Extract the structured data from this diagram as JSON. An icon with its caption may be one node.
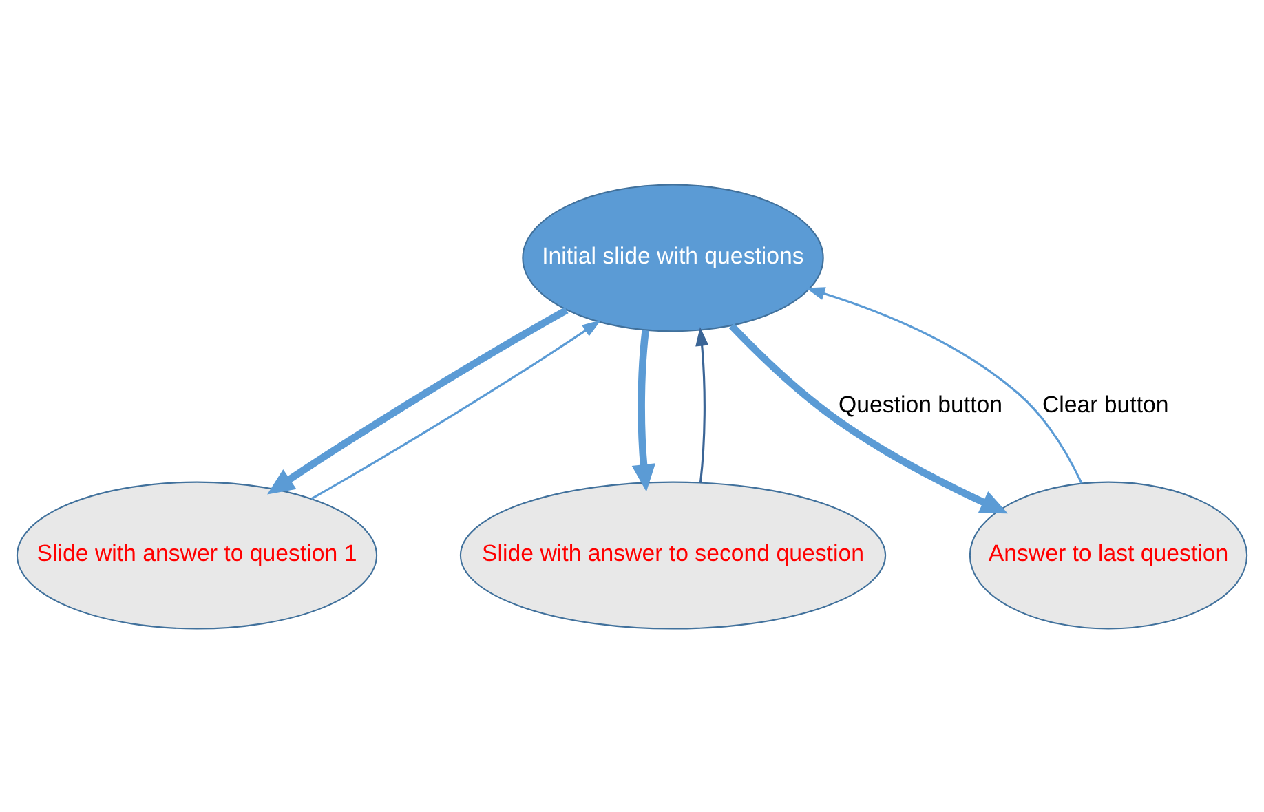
{
  "diagram": {
    "nodes": [
      {
        "text": [
          "Initial slide with questions"
        ]
      },
      {
        "text": [
          "Slide with answer to question 1"
        ]
      },
      {
        "text": [
          "Slide with answer to second question"
        ]
      },
      {
        "text": [
          "Answer to last question"
        ]
      }
    ],
    "edges": [
      {
        "from": 0,
        "to": 1,
        "arrow": "to",
        "style": "thick"
      },
      {
        "from": 0,
        "to": 2,
        "arrow": "to",
        "style": "thick"
      },
      {
        "from": 0,
        "to": 3,
        "arrow": "to",
        "style": "thick",
        "label": "Question button"
      },
      {
        "from": 1,
        "to": 0,
        "arrow": "to"
      },
      {
        "from": 2,
        "to": 0,
        "arrow": "to",
        "color": "#3b6596"
      },
      {
        "from": 3,
        "to": 0,
        "arrow": "to",
        "label": "Clear button"
      }
    ]
  }
}
